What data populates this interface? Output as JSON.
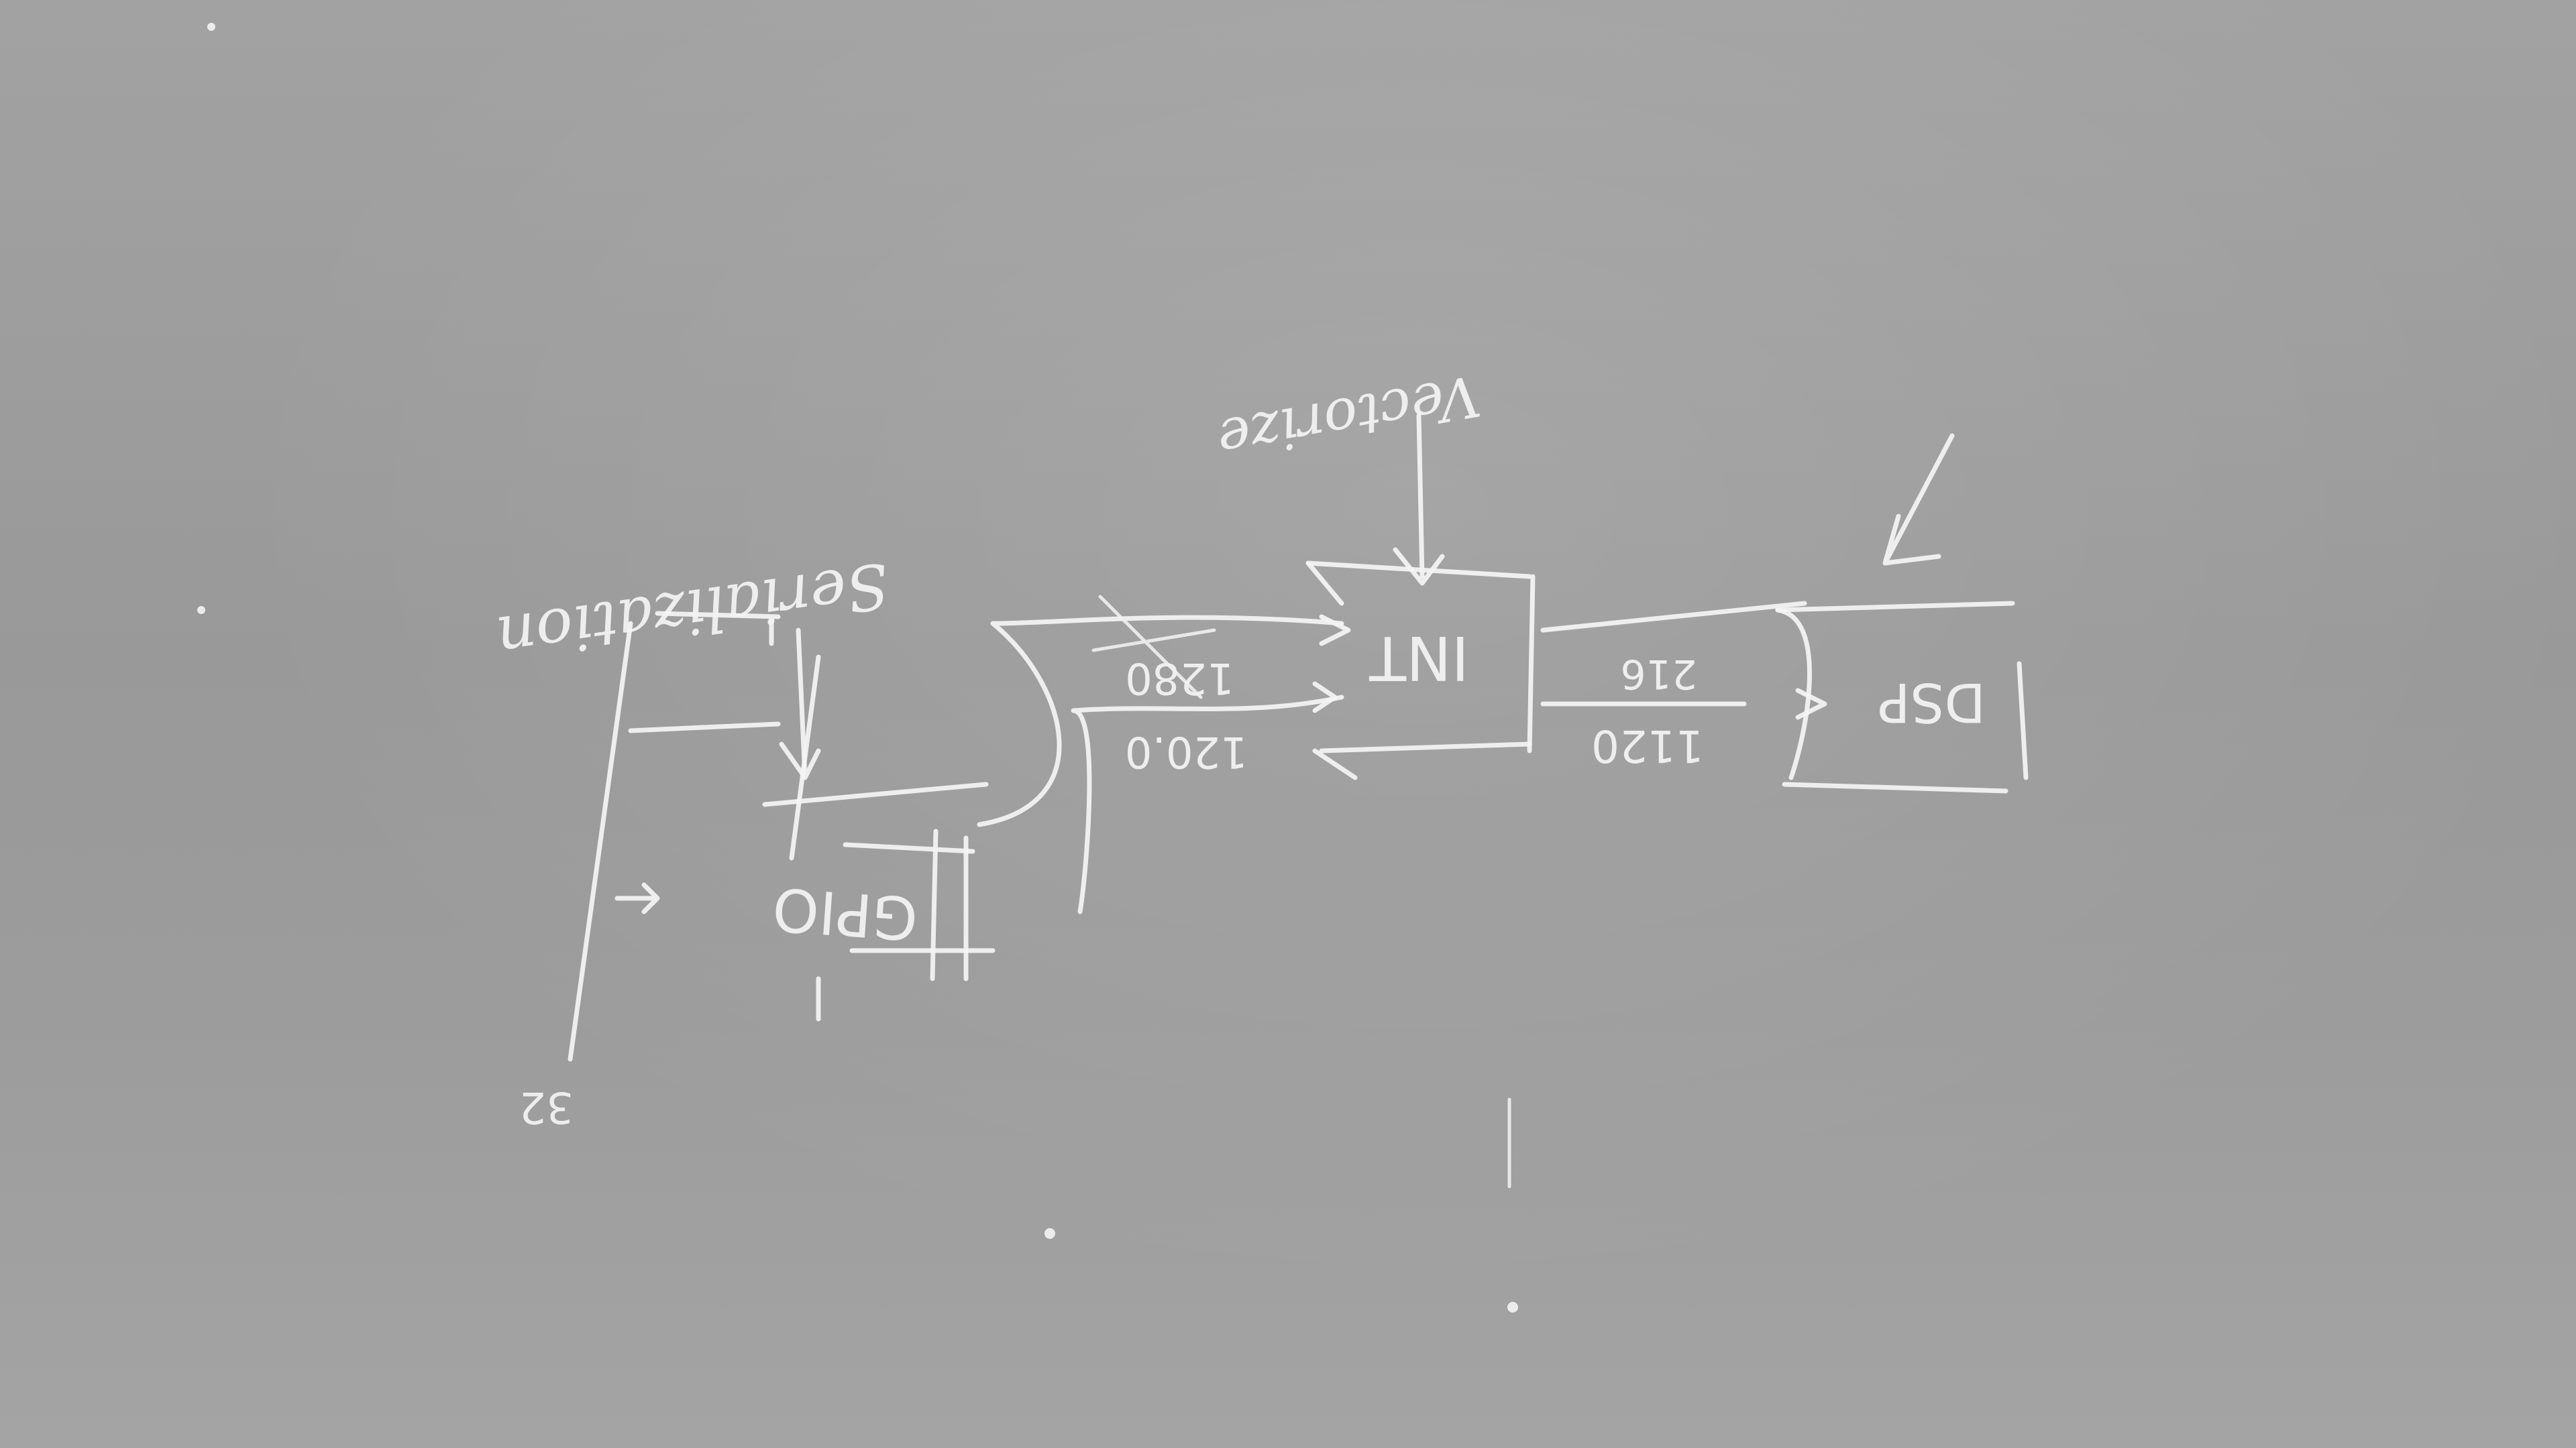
{
  "scene": {
    "subject": "chalk drawing on gray blackboard, photographed upside down",
    "colors": {
      "board": "#9e9e9e",
      "chalk": "#f4f4f4"
    }
  },
  "labels": {
    "serialization": "Serialization",
    "vectorize": "Vectorize",
    "gpio": "GPIO",
    "int_tank": "INT",
    "dsp_tank": "DSP",
    "left_number": "32",
    "rate_top_mid": "1280",
    "rate_mid": "120.0",
    "rate_left": "1120",
    "rate_left_top": "216"
  }
}
